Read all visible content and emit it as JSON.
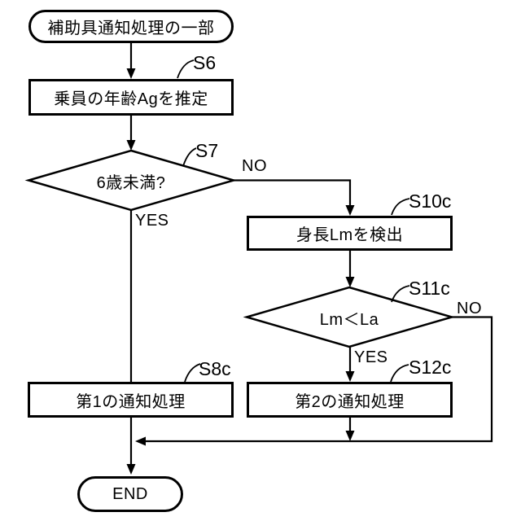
{
  "figure": {
    "background": "#ffffff",
    "line_color": "#000000"
  },
  "nodes": {
    "start": {
      "type": "terminal",
      "label": "補助具通知処理の一部"
    },
    "s6": {
      "type": "process",
      "step": "S6",
      "label": "乗員の年齢Agを推定"
    },
    "s7": {
      "type": "decision",
      "step": "S7",
      "label": "6歳未満?"
    },
    "s10c": {
      "type": "process",
      "step": "S10c",
      "label": "身長Lmを検出"
    },
    "s11c": {
      "type": "decision",
      "step": "S11c",
      "label": "Lm＜La"
    },
    "s8c": {
      "type": "process",
      "step": "S8c",
      "label": "第1の通知処理"
    },
    "s12c": {
      "type": "process",
      "step": "S12c",
      "label": "第2の通知処理"
    },
    "end": {
      "type": "terminal",
      "label": "END"
    }
  },
  "edges": {
    "s7_no": "NO",
    "s7_yes": "YES",
    "s11c_no": "NO",
    "s11c_yes": "YES"
  }
}
